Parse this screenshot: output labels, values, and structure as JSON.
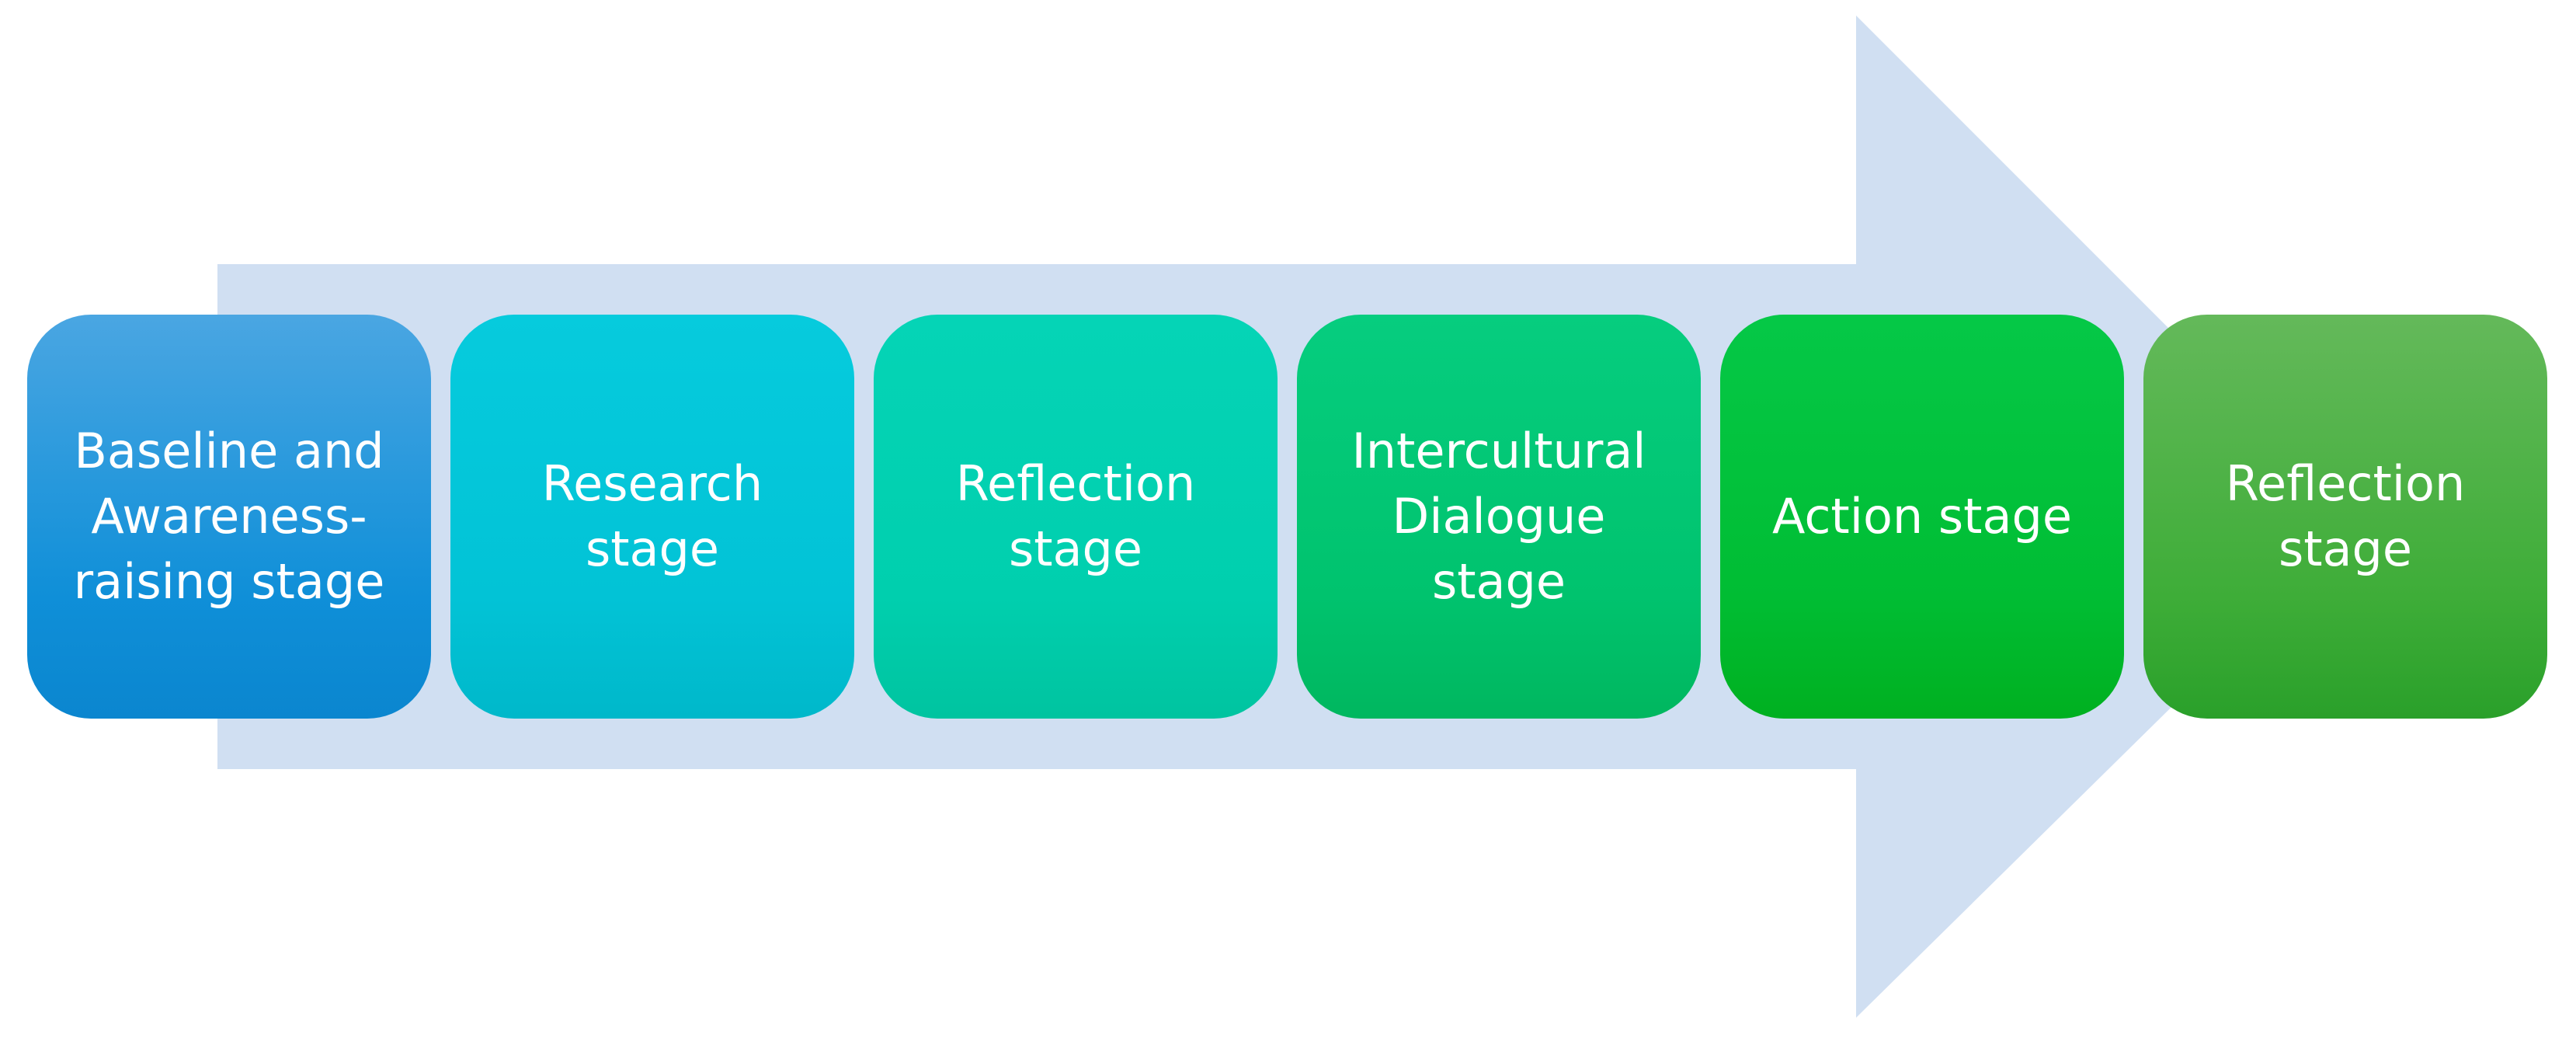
{
  "diagram": {
    "arrow_color": "#d0dff2",
    "stages": [
      {
        "label": "Baseline and\nAwareness-\nraising stage",
        "color": "#1f98db"
      },
      {
        "label": "Research\nstage",
        "color": "#03c3d6"
      },
      {
        "label": "Reflection\nstage",
        "color": "#00cdaf"
      },
      {
        "label": "Intercultural\nDialogue\nstage",
        "color": "#00c26c"
      },
      {
        "label": "Action stage",
        "color": "#00bb30"
      },
      {
        "label": "Reflection\nstage",
        "color": "#42ac3c"
      }
    ]
  }
}
